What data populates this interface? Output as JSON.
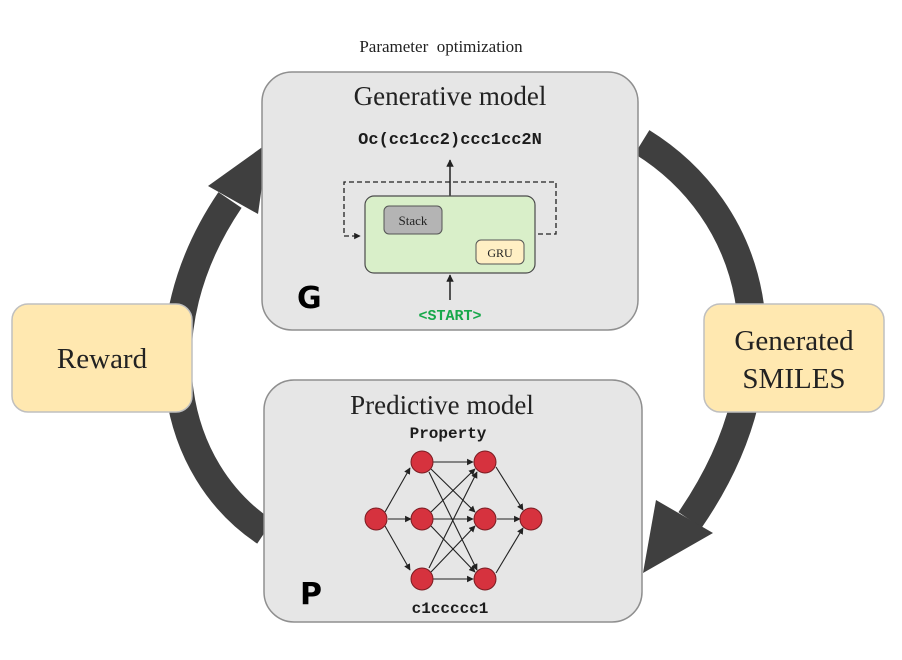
{
  "header": {
    "text": "Parameter  optimization"
  },
  "generative": {
    "title": "Generative model",
    "output_smiles": "Oc(cc1cc2)ccc1cc2N",
    "stack_label": "Stack",
    "gru_label": "GRU",
    "start_token": "<START>",
    "letter": "G"
  },
  "predictive": {
    "title": "Predictive model",
    "property_label": "Property",
    "input_smiles": "c1ccccc1",
    "letter": "P"
  },
  "reward": {
    "label": "Reward"
  },
  "generated": {
    "line1": "Generated",
    "line2": "SMILES"
  },
  "colors": {
    "panel_fill": "#e6e6e6",
    "panel_stroke": "#8f8f8f",
    "side_fill": "#ffe8b0",
    "rnn_fill": "#d9efc9",
    "stack_fill": "#b4b4b4",
    "gru_fill": "#ffefc4",
    "node_fill": "#d6323e",
    "cycle_arrow": "#3f3f3f",
    "start_green": "#17a84a"
  },
  "icons": {
    "cycle": "cycle-arrow-icon",
    "neuron": "neuron-node-icon"
  }
}
